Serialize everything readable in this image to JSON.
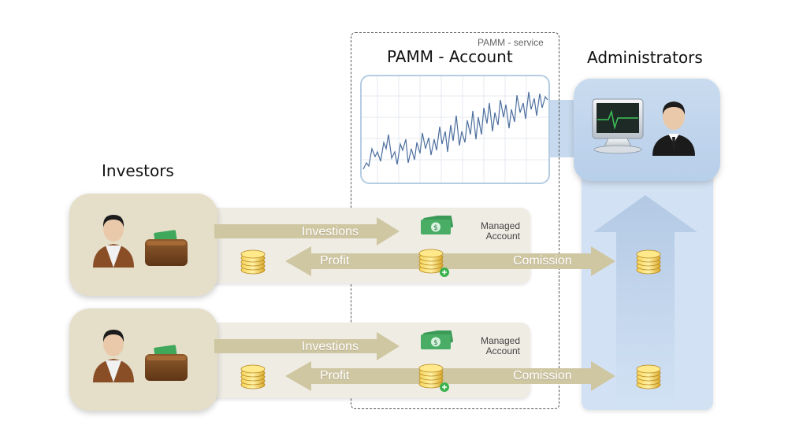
{
  "titles": {
    "investors": "Investors",
    "pamm_account": "PAMM - Account",
    "pamm_service": "PAMM - service",
    "administrators": "Administrators"
  },
  "rows": [
    {
      "investions_label": "Investions",
      "profit_label": "Profit",
      "comission_label": "Comission",
      "managed_account_line1": "Managed",
      "managed_account_line2": "Account"
    },
    {
      "investions_label": "Investions",
      "profit_label": "Profit",
      "comission_label": "Comission",
      "managed_account_line1": "Managed",
      "managed_account_line2": "Account"
    }
  ],
  "icons": {
    "investor": "investor-person-icon",
    "wallet": "wallet-icon",
    "coins": "coin-stack-icon",
    "money": "money-bills-icon",
    "monitor": "monitor-icon",
    "admin": "administrator-icon",
    "plus": "plus-badge-icon"
  },
  "colors": {
    "investor_card": "#e5dfc9",
    "flow_band": "#efece4",
    "arrow": "#cfc6a2",
    "admin_panel": "#d2e2f4",
    "chart_line": "#4d6f9f",
    "up_arrow": "#b8cce6"
  }
}
